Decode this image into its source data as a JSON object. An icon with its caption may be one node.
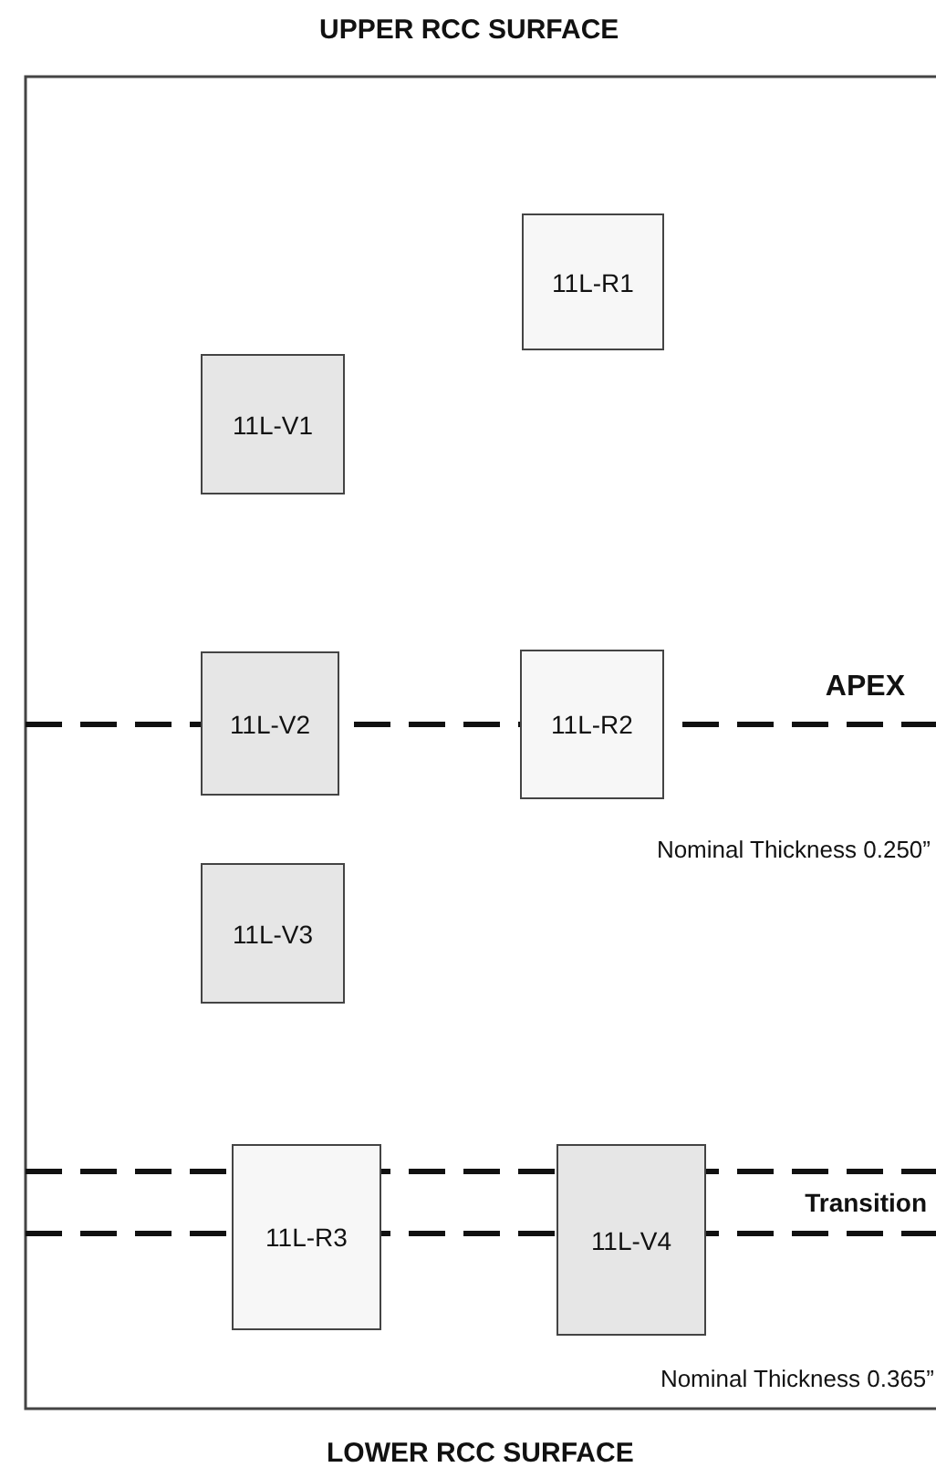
{
  "diagram": {
    "nodes": [
      {
        "text": [
          "11L-R1"
        ]
      },
      {
        "text": [
          "11L-V1"
        ]
      },
      {
        "text": [
          "11L-V2"
        ]
      },
      {
        "text": [
          "11L-R2"
        ]
      },
      {
        "text": [
          "11L-V3"
        ]
      },
      {
        "text": [
          "11L-R3"
        ]
      },
      {
        "text": [
          "11L-V4"
        ]
      }
    ],
    "labels": [
      "UPPER RCC SURFACE",
      "APEX",
      "Nominal Thickness 0.250”",
      "Transition",
      "Nominal Thickness 0.365”",
      "LOWER RCC SURFACE"
    ]
  }
}
